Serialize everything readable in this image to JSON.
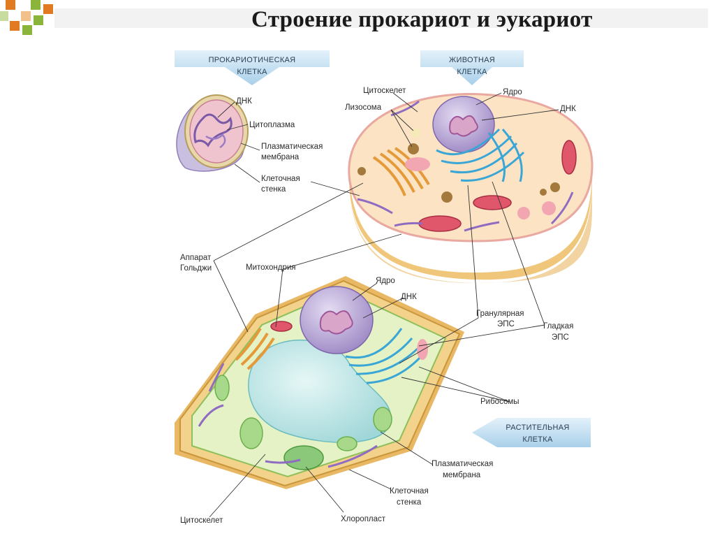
{
  "slide": {
    "title": "Строение прокариот и эукариот"
  },
  "banners": {
    "prokaryote": [
      "ПРОКАРИОТИЧЕСКАЯ",
      "КЛЕТКА"
    ],
    "animal": [
      "ЖИВОТНАЯ",
      "КЛЕТКА"
    ],
    "plant": [
      "РАСТИТЕЛЬНАЯ",
      "КЛЕТКА"
    ]
  },
  "labels": {
    "dna_prok": "ДНК",
    "cytoplasm": "Цитоплазма",
    "plasma_membrane_prok": [
      "Плазматическая",
      "мембрана"
    ],
    "cell_wall_prok": [
      "Клеточная",
      "стенка"
    ],
    "cytoskeleton_animal": "Цитоскелет",
    "lysosome": "Лизосома",
    "nucleus_animal": "Ядро",
    "dna_animal": "ДНК",
    "golgi": [
      "Аппарат",
      "Гольджи"
    ],
    "mitochondrion": "Митохондрия",
    "nucleus_plant": "Ядро",
    "dna_plant": "ДНК",
    "rough_er": [
      "Гранулярная",
      "ЭПС"
    ],
    "smooth_er": [
      "Гладкая",
      "ЭПС"
    ],
    "ribosomes": "Рибосомы",
    "plasma_membrane_plant": [
      "Плазматическая",
      "мембрана"
    ],
    "cell_wall_plant": [
      "Клеточная",
      "стенка"
    ],
    "cytoskeleton_plant": "Цитоскелет",
    "chloroplast": "Хлоропласт"
  },
  "colors": {
    "deco_orange": "#e07b24",
    "deco_green": "#8bb53a",
    "banner_blue": "#b9d9ef",
    "cell_yellow": "#f3d28c",
    "cytoplasm_peach": "#fbe3c4",
    "nucleus_purple": "#b8a6d4",
    "vacuole_teal": "#bfe6e6",
    "er_blue": "#3aa6d6",
    "chloroplast_green": "#8bc87a",
    "mito_red": "#e0566a"
  }
}
